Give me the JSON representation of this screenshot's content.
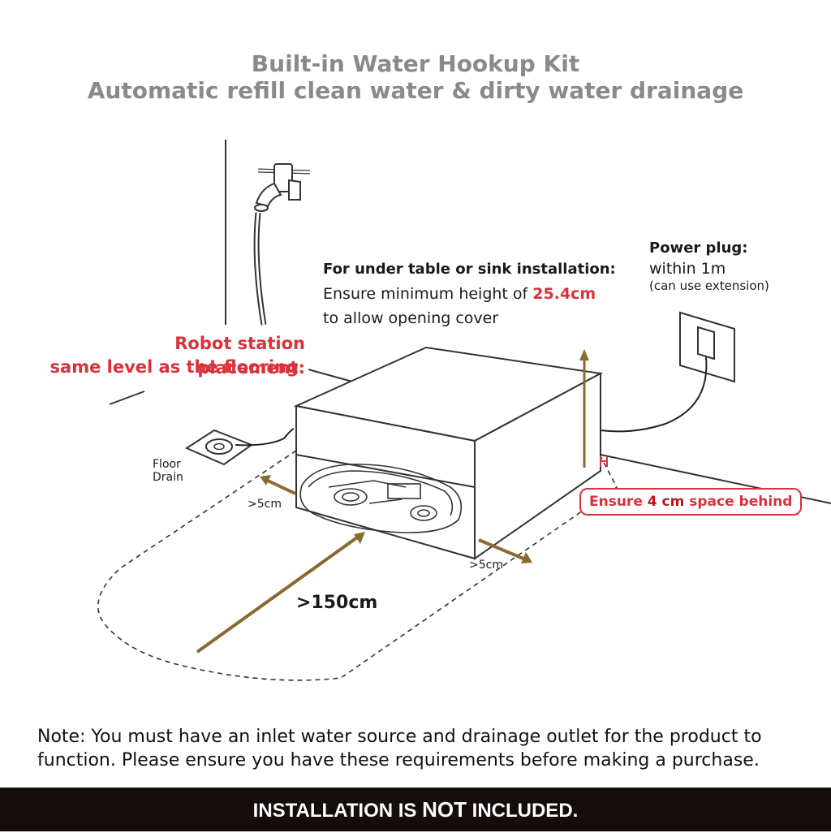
{
  "title": {
    "line1": "Built-in Water Hookup Kit",
    "line2": "Automatic refill clean water & dirty water drainage"
  },
  "install_note": {
    "heading": "For under table or sink installation:",
    "height_prefix": "Ensure minimum height of ",
    "height_value": "25.4cm",
    "height_suffix": "to allow opening cover"
  },
  "power": {
    "heading": "Power plug:",
    "distance": "within 1m",
    "extension": "(can use extension)"
  },
  "placement": {
    "line1": "Robot station placement:",
    "line2": "same level as the flooring"
  },
  "floor_drain": {
    "line1": "Floor",
    "line2": "Drain"
  },
  "clearance": {
    "left": ">5cm",
    "right": ">5cm",
    "front": ">150cm"
  },
  "behind_badge": {
    "prefix": "Ensure ",
    "value": "4 cm",
    "suffix": " space behind"
  },
  "note": {
    "line1": "Note: You must have an inlet water source and drainage outlet for the product to",
    "line2": "function. Please ensure you have these requirements before making a purchase."
  },
  "footer": {
    "prefix": "INSTALLATION IS ",
    "emphasis": "NOT",
    "suffix": " INCLUDED."
  },
  "colors": {
    "accent_red": "#d8323b",
    "arrow_brown": "#8b6a2e",
    "title_gray": "#8a8a8a",
    "footer_bg": "#140d0b"
  }
}
